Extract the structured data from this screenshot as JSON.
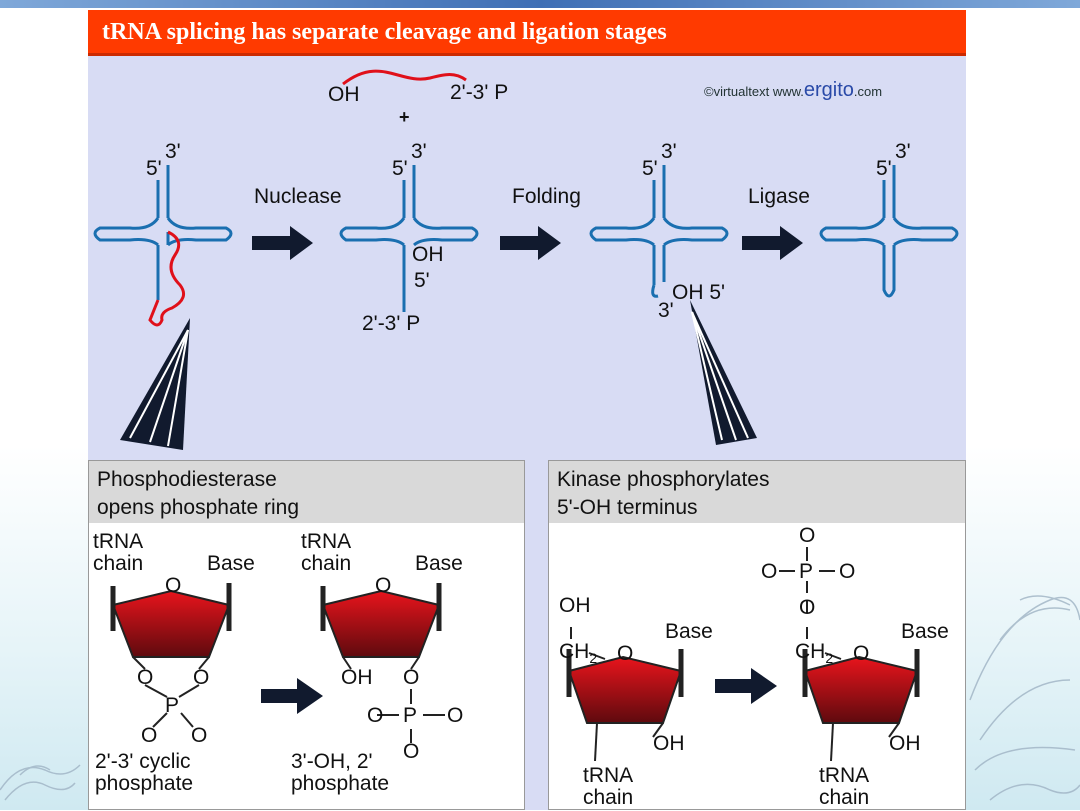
{
  "title": "tRNA splicing has separate cleavage and ligation stages",
  "credit": {
    "prefix": "©virtualtext  www.",
    "brand": "ergito",
    "suffix": ".com"
  },
  "top": {
    "intron_oh": "OH",
    "intron_p": "2'-3' P",
    "plus": "+"
  },
  "stages": [
    {
      "step_label": "Nuclease"
    },
    {
      "step_label": "Folding"
    },
    {
      "step_label": "Ligase"
    }
  ],
  "ends": {
    "five": "5'",
    "three": "3'",
    "oh": "OH",
    "p": "2'-3' P",
    "oh5": "OH 5'"
  },
  "left_panel": {
    "heading_line1": "Phosphodiesterase",
    "heading_line2": "opens phosphate ring",
    "trna1": "tRNA",
    "chain1": "chain",
    "base1": "Base",
    "trna2": "tRNA",
    "chain2": "chain",
    "base2": "Base",
    "caption1_line1": "2'-3' cyclic",
    "caption1_line2": "phosphate",
    "caption2_line1": "3'-OH, 2'",
    "caption2_line2": "phosphate",
    "atom_o": "O",
    "atom_p": "P",
    "oh": "OH"
  },
  "right_panel": {
    "heading_line1": "Kinase phosphorylates",
    "heading_line2": "5'-OH terminus",
    "oh": "OH",
    "ch2": "CH",
    "ch2_sub": "2",
    "base1": "Base",
    "base2": "Base",
    "trna1": "tRNA",
    "chain1": "chain",
    "trna2": "tRNA",
    "chain2": "chain",
    "atom_o": "O",
    "atom_p": "P"
  },
  "colors": {
    "title_bg": "#ff3a00",
    "trna": "#1a6fb0",
    "intron": "#e0101a",
    "arrow": "#111a2e",
    "ring_top": "#e0121b",
    "ring_bottom": "#6b0a10"
  }
}
